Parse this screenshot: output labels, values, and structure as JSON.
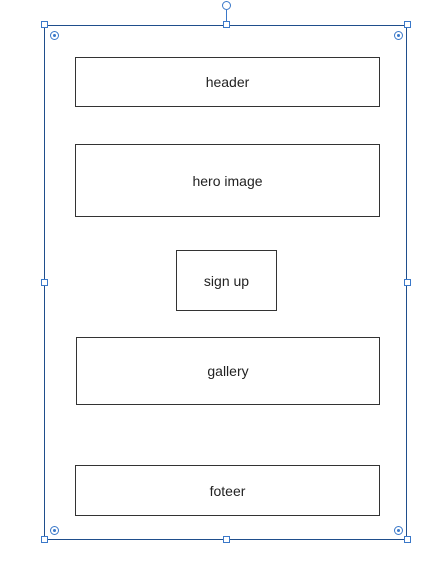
{
  "wireframe": {
    "blocks": [
      {
        "label": "header"
      },
      {
        "label": "hero image"
      },
      {
        "label": "sign up"
      },
      {
        "label": "gallery"
      },
      {
        "label": "foteer"
      }
    ]
  },
  "colors": {
    "selection": "#1f4e8c",
    "handle": "#3a78c9",
    "block_border": "#333333"
  }
}
